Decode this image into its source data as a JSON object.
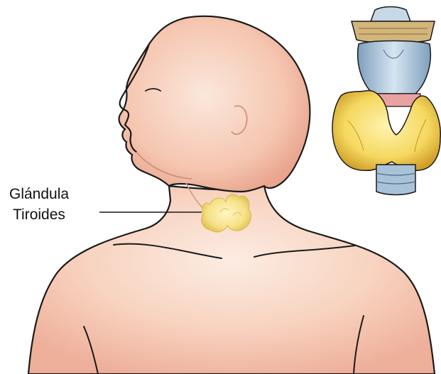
{
  "label": {
    "line1": "Glándula",
    "line2": "Tiroides"
  },
  "colors": {
    "skin_light": "#fbe6da",
    "skin_mid": "#f6c7b2",
    "skin_shadow": "#e9a58e",
    "outline": "#1a1a1a",
    "thyroid_yellow": "#f7e27a",
    "thyroid_shadow": "#d9b23a",
    "cartilage_blue": "#b9d2e3",
    "trachea_blue": "#8fb0cc",
    "tissue_pink": "#e9a2a2",
    "hyoid_tan": "#c8a56a"
  },
  "icons": {
    "body": "human-torso-illustration",
    "gland": "thyroid-gland-icon",
    "inset": "larynx-thyroid-anatomy-icon"
  }
}
